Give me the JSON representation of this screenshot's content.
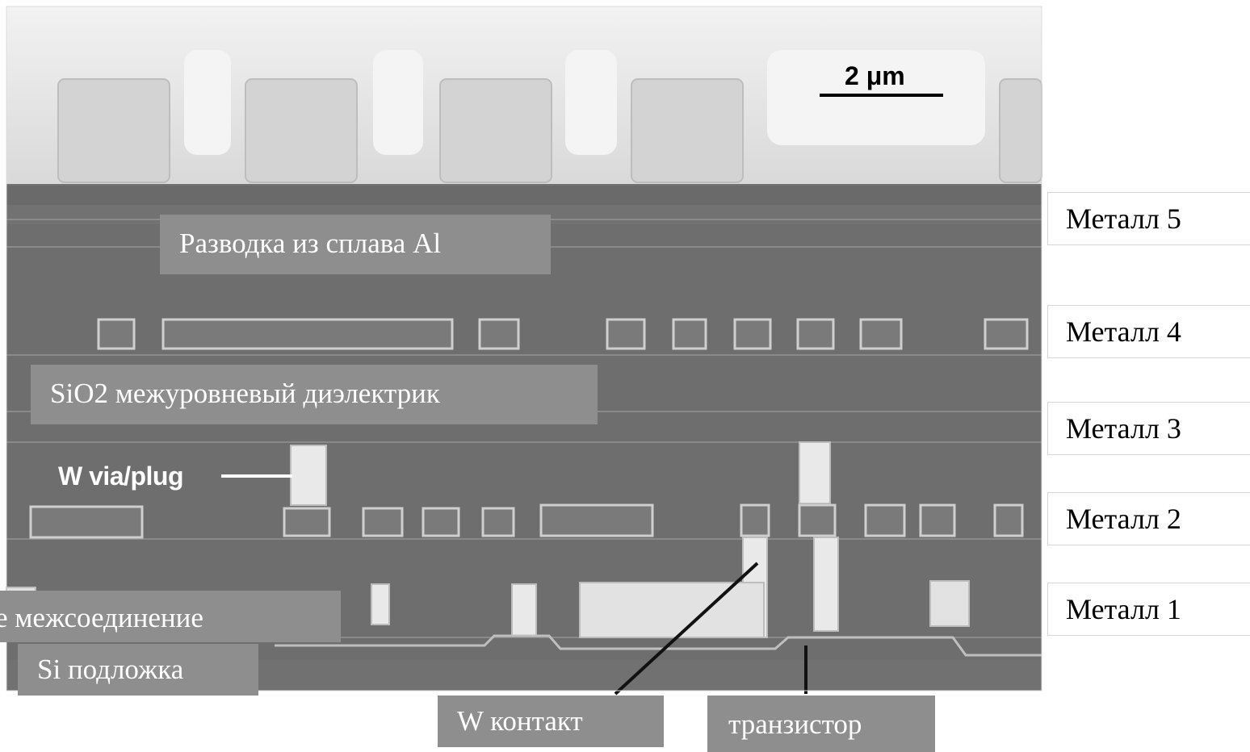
{
  "scale_bar": {
    "label": "2 μm"
  },
  "image_labels": {
    "al_wiring": "Разводка из сплава Al",
    "sio2": "SiO2 межуровневый диэлектрик",
    "w_via": "W via/plug",
    "local_interconnect": "е межсоединение",
    "si_substrate": "Si подложка",
    "w_contact": "W контакт",
    "transistor": "транзистор"
  },
  "metal_levels": [
    "Металл 5",
    "Металл 4",
    "Металл 3",
    "Металл 2",
    "Металл 1"
  ],
  "colors": {
    "background": "#ffffff",
    "oxide_gray": "#6d6d6d",
    "metal_light": "#e6e6e6",
    "label_box": "#8e8e8e"
  }
}
